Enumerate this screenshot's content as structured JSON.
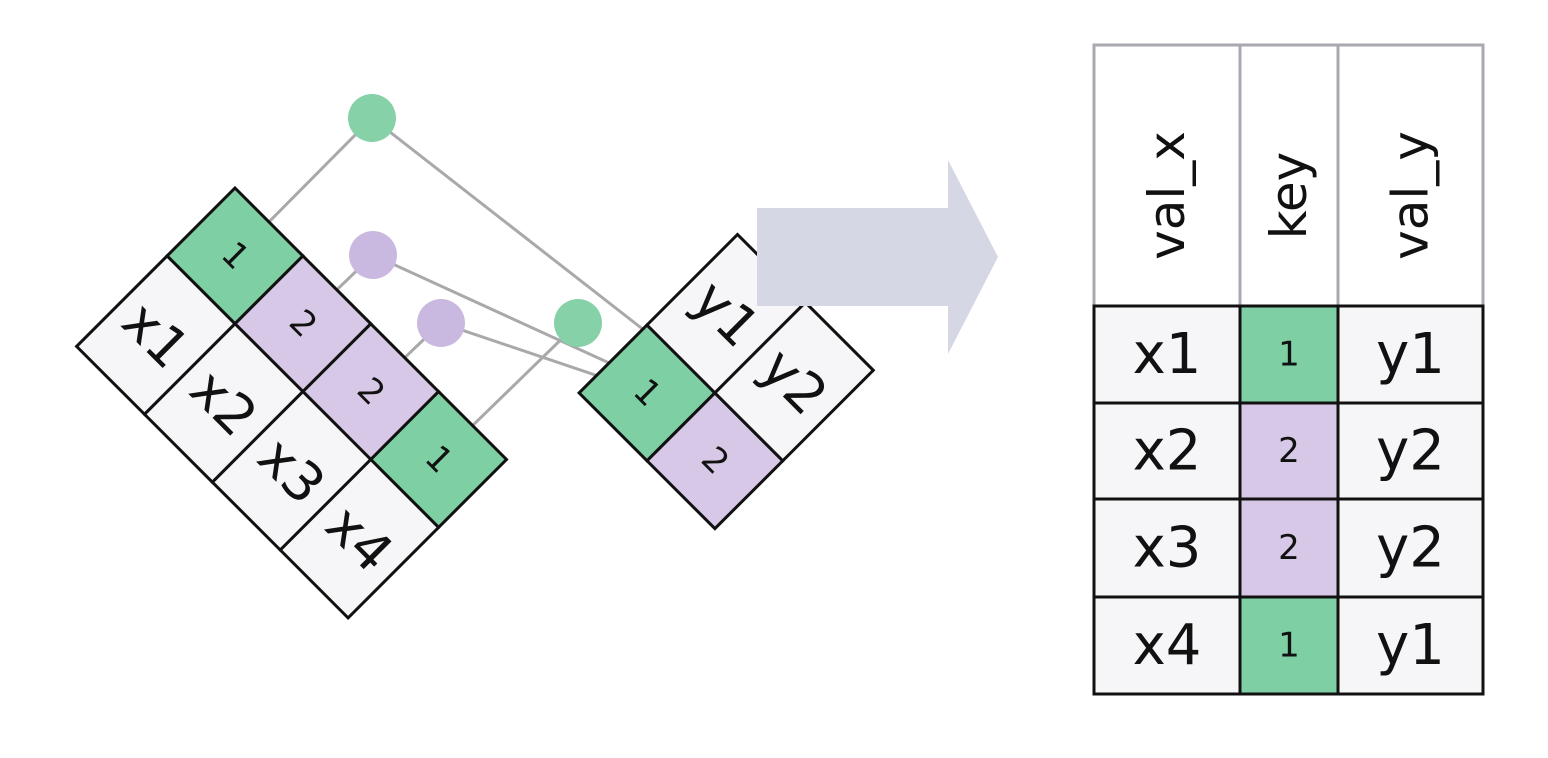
{
  "colors": {
    "green": "#7ecfa3",
    "purple": "#d6c8e6",
    "white_cell": "#f6f6f8",
    "border": "#111111",
    "header_border": "#a9a9b2",
    "connector": "#a9a9ab",
    "green_dot": "#86d1a8",
    "purple_dot": "#c9b9e0",
    "arrow": "#d5d7e4"
  },
  "left_table": {
    "rows": [
      {
        "value": "x1",
        "key": "1",
        "key_color": "green"
      },
      {
        "value": "x2",
        "key": "2",
        "key_color": "purple"
      },
      {
        "value": "x3",
        "key": "2",
        "key_color": "purple"
      },
      {
        "value": "x4",
        "key": "1",
        "key_color": "green"
      }
    ]
  },
  "right_table": {
    "rows": [
      {
        "key": "1",
        "key_color": "green",
        "value": "y1"
      },
      {
        "key": "2",
        "key_color": "purple",
        "value": "y2"
      }
    ]
  },
  "result_table": {
    "headers": [
      "val_x",
      "key",
      "val_y"
    ],
    "rows": [
      {
        "val_x": "x1",
        "key": "1",
        "key_color": "green",
        "val_y": "y1"
      },
      {
        "val_x": "x2",
        "key": "2",
        "key_color": "purple",
        "val_y": "y2"
      },
      {
        "val_x": "x3",
        "key": "2",
        "key_color": "purple",
        "val_y": "y2"
      },
      {
        "val_x": "x4",
        "key": "1",
        "key_color": "green",
        "val_y": "y1"
      }
    ]
  },
  "arrow_icon": "right-arrow-icon"
}
